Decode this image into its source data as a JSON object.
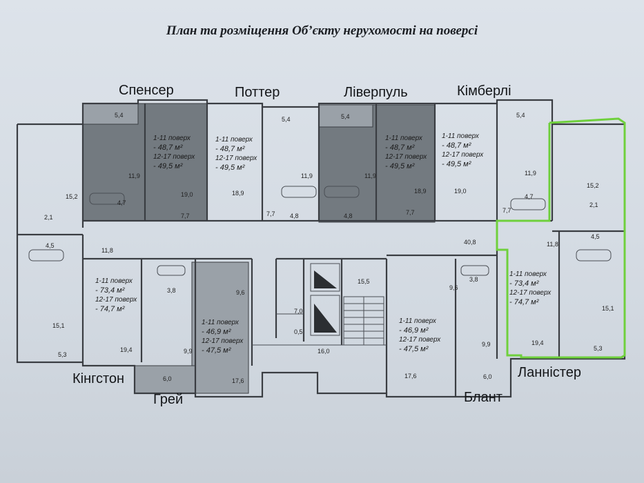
{
  "title": "План та розміщення Об’єкту нерухомості на поверсі",
  "apartments": {
    "spenser": {
      "name": "Спенсер",
      "floors_a": "1-11 поверх",
      "area_a": "- 48,7 м²",
      "floors_b": "12-17 поверх",
      "area_b": "- 49,5 м²"
    },
    "potter": {
      "name": "Поттер",
      "floors_a": "1-11 поверх",
      "area_a": "- 48,7 м²",
      "floors_b": "12-17 поверх",
      "area_b": "- 49,5 м²"
    },
    "liverpool": {
      "name": "Ліверпуль",
      "floors_a": "1-11 поверх",
      "area_a": "- 48,7 м²",
      "floors_b": "12-17 поверх",
      "area_b": "- 49,5 м²"
    },
    "kimberly": {
      "name": "Кімберлі",
      "floors_a": "1-11 поверх",
      "area_a": "- 48,7 м²",
      "floors_b": "12-17 поверх",
      "area_b": "- 49,5 м²"
    },
    "kingston": {
      "name": "Кінгстон",
      "floors_a": "1-11 поверх",
      "area_a": "- 73,4 м²",
      "floors_b": "12-17 поверх",
      "area_b": "- 74,7 м²"
    },
    "grey": {
      "name": "Грей",
      "floors_a": "1-11 поверх",
      "area_a": "- 46,9 м²",
      "floors_b": "12-17 поверх",
      "area_b": "- 47,5 м²"
    },
    "blunt": {
      "name": "Блант",
      "floors_a": "1-11 поверх",
      "area_a": "- 46,9 м²",
      "floors_b": "12-17 поверх",
      "area_b": "- 47,5 м²"
    },
    "lannister": {
      "name": "Ланністер",
      "floors_a": "1-11 поверх",
      "area_a": "- 73,4 м²",
      "floors_b": "12-17 поверх",
      "area_b": "- 74,7 м²"
    }
  },
  "room_areas": {
    "s54a": "5,4",
    "s54b": "5,4",
    "s54c": "5,4",
    "s54d": "5,4",
    "s119a": "11,9",
    "s119b": "11,9",
    "s119c": "11,9",
    "s119d": "11,9",
    "s190a": "19,0",
    "s190b": "19,0",
    "s189a": "18,9",
    "s189b": "18,9",
    "s77a": "7,7",
    "s77b": "7,7",
    "s77c": "7,7",
    "s77d": "7,7",
    "s47a": "4,7",
    "s47b": "4,7",
    "s48a": "4,8",
    "s48b": "4,8",
    "s152a": "15,2",
    "s152b": "15,2",
    "s21a": "2,1",
    "s21b": "2,1",
    "s45a": "4,5",
    "s45b": "4,5",
    "s118a": "11,8",
    "s118b": "11,8",
    "s151a": "15,1",
    "s151b": "15,1",
    "s53a": "5,3",
    "s53b": "5,3",
    "s194a": "19,4",
    "s194b": "19,4",
    "s408": "40,8",
    "s38a": "3,8",
    "s38b": "3,8",
    "s96a": "9,6",
    "s96b": "9,6",
    "s99a": "9,9",
    "s99b": "9,9",
    "s60a": "6,0",
    "s60b": "6,0",
    "s176a": "17,6",
    "s176b": "17,6",
    "s155": "15,5",
    "s70": "7,0",
    "s05": "0,5",
    "s160": "16,0"
  },
  "colors": {
    "highlight": "#6fd03c",
    "dark_fill": "#737a80",
    "light_fill": "#9aa1a8"
  }
}
